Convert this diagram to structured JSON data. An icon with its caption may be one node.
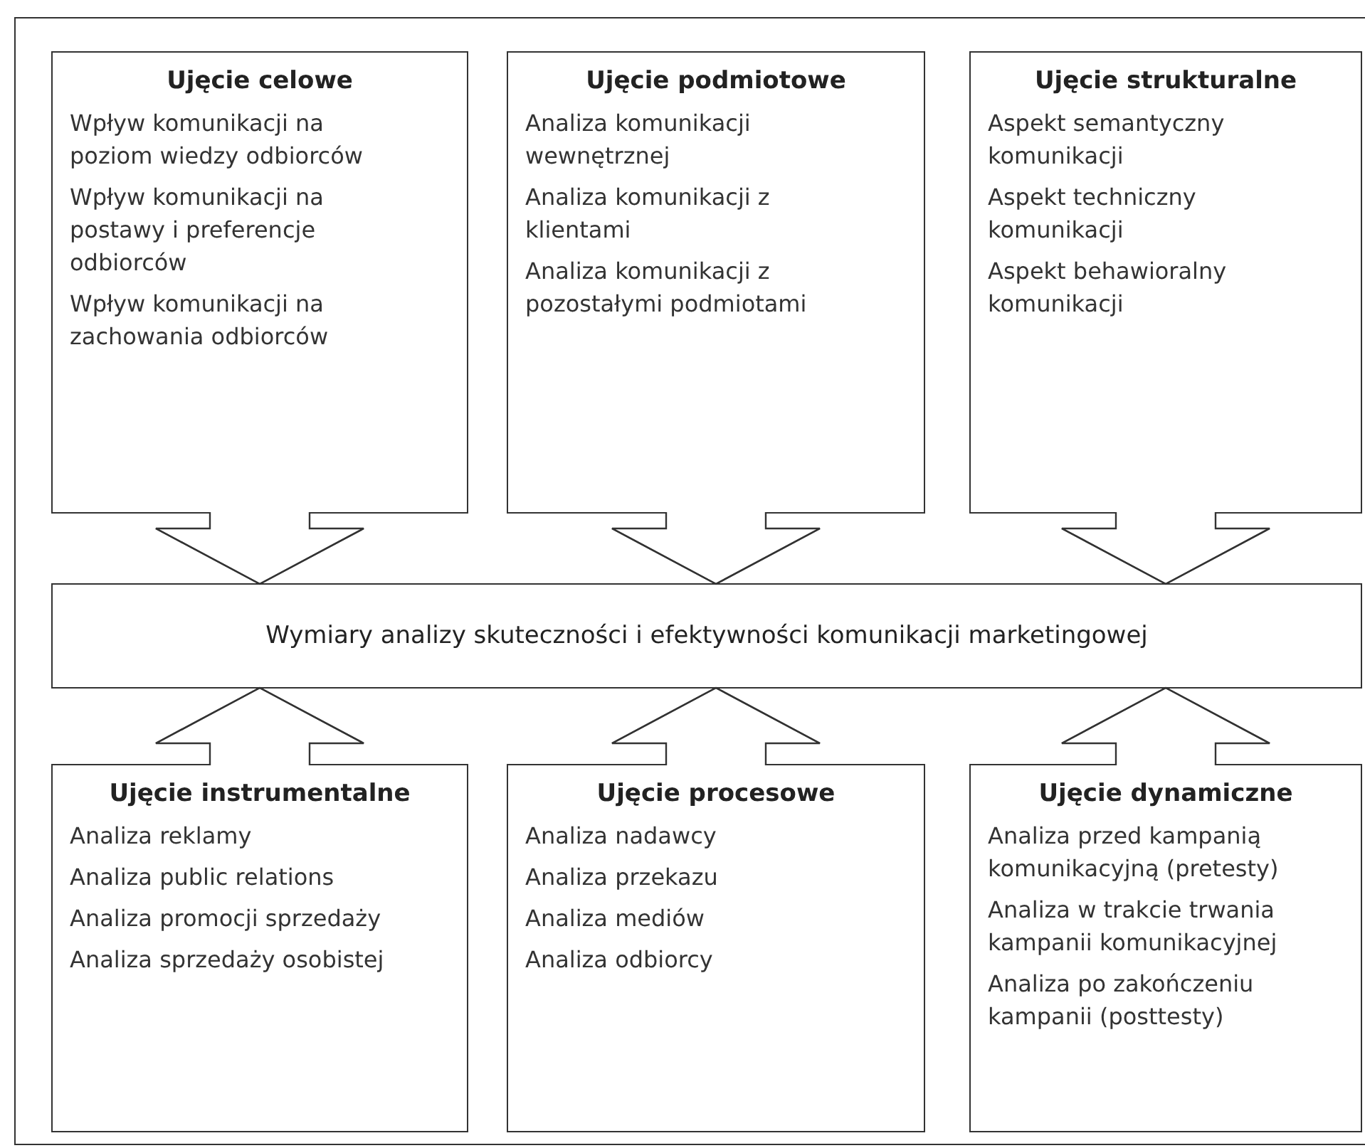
{
  "diagram": {
    "nodes": [
      {
        "text": [
          "Ujęcie celowe",
          "Wpływ komunikacji na poziom wiedzy odbiorców",
          "Wpływ komunikacji na postawy i preferencje odbiorców",
          "Wpływ komunikacji na zachowania odbiorców"
        ]
      },
      {
        "text": [
          "Ujęcie podmiotowe",
          "Analiza komunikacji wewnętrznej",
          "Analiza komunikacji z klientami",
          "Analiza komunikacji z pozostałymi podmiotami"
        ]
      },
      {
        "text": [
          "Ujęcie strukturalne",
          "Aspekt semantyczny komunikacji",
          "Aspekt techniczny komunikacji",
          "Aspekt behawioralny komunikacji"
        ]
      },
      {
        "text": [
          "Wymiary analizy skuteczności i efektywności komunikacji marketingowej"
        ]
      },
      {
        "text": [
          "Ujęcie instrumentalne",
          "Analiza reklamy",
          "Analiza public relations",
          "Analiza promocji sprzedaży",
          "Analiza sprzedaży osobistej"
        ]
      },
      {
        "text": [
          "Ujęcie procesowe",
          "Analiza nadawcy",
          "Analiza przekazu",
          "Analiza mediów",
          "Analiza odbiorcy"
        ]
      },
      {
        "text": [
          "Ujęcie dynamiczne",
          "Analiza przed kampanią komunikacyjną (pretesty)",
          "Analiza w trakcie trwania kampanii komunikacyjnej",
          "Analiza po zakończeniu kampanii (posttesty)"
        ]
      }
    ],
    "edges": [
      {
        "from": 0,
        "to": 3,
        "arrow": "to"
      },
      {
        "from": 1,
        "to": 3,
        "arrow": "to"
      },
      {
        "from": 2,
        "to": 3,
        "arrow": "to"
      },
      {
        "from": 4,
        "to": 3,
        "arrow": "to"
      },
      {
        "from": 5,
        "to": 3,
        "arrow": "to"
      },
      {
        "from": 6,
        "to": 3,
        "arrow": "to"
      }
    ]
  }
}
